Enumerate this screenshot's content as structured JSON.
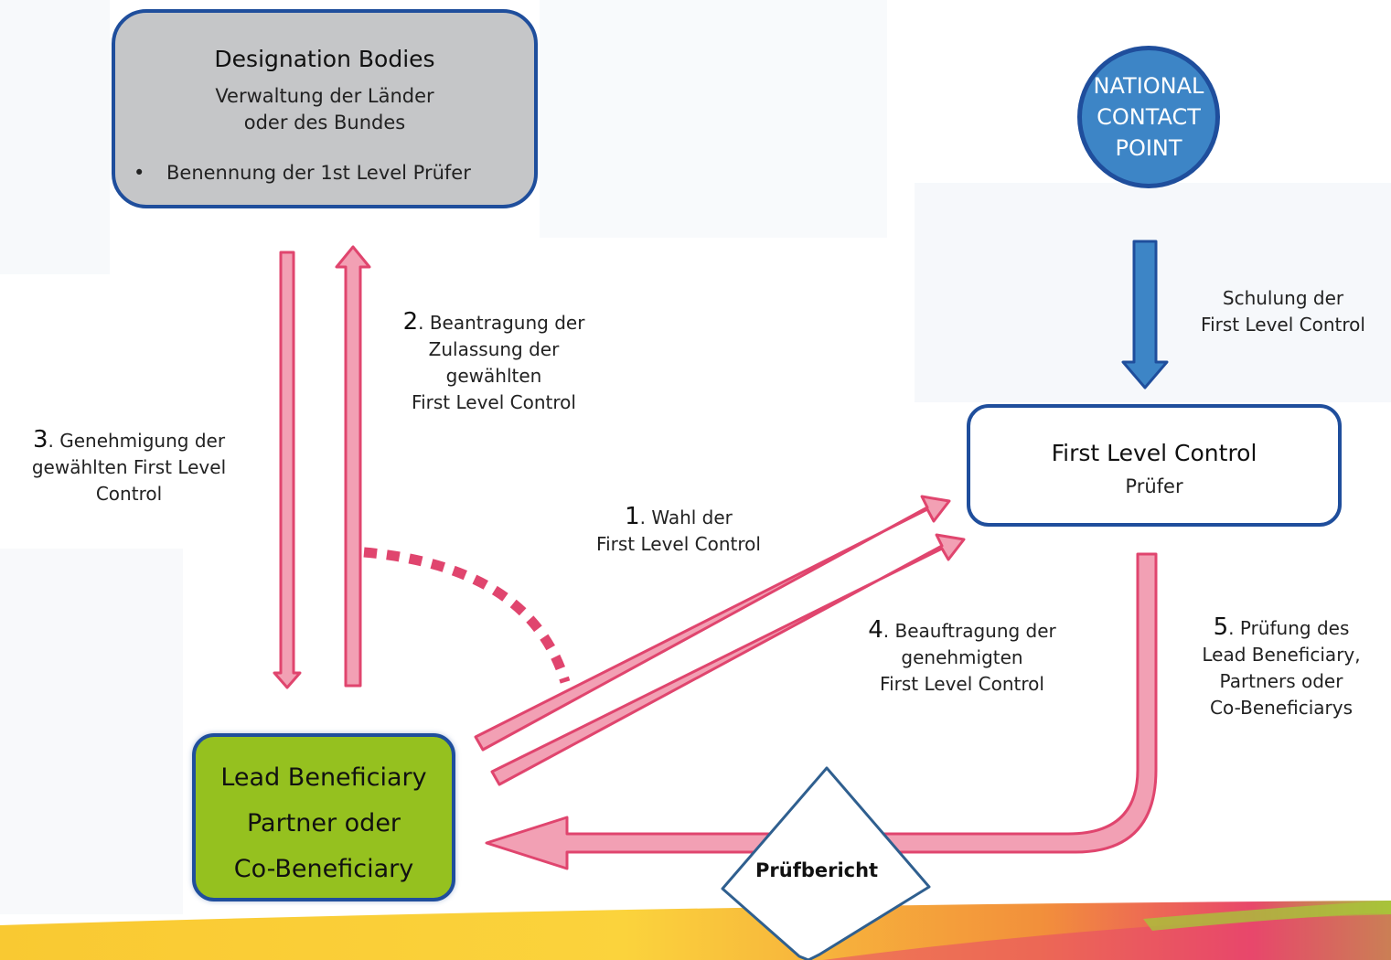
{
  "designation": {
    "title": "Designation Bodies",
    "line1": "Verwaltung der Länder",
    "line2": "oder des Bundes",
    "bullet": "Benennung der 1st Level Prüfer"
  },
  "ncp": {
    "line1": "NATIONAL",
    "line2": "CONTACT",
    "line3": "POINT"
  },
  "flc": {
    "title": "First Level Control",
    "subtitle": "Prüfer"
  },
  "lead": {
    "line1": "Lead Beneficiary",
    "line2": "Partner oder",
    "line3": "Co-Beneficiary"
  },
  "steps": {
    "s1": {
      "num": "1",
      "line1": ". Wahl der",
      "line2": "First Level Control"
    },
    "s2": {
      "num": "2",
      "line1": ". Beantragung der",
      "line2": "Zulassung der",
      "line3": "gewählten",
      "line4": "First Level Control"
    },
    "s3": {
      "num": "3",
      "line1": ". Genehmigung der",
      "line2": "gewählten First Level",
      "line3": "Control"
    },
    "s4": {
      "num": "4",
      "line1": ". Beauftragung der",
      "line2": "genehmigten",
      "line3": "First Level Control"
    },
    "s5": {
      "num": "5",
      "line1": ". Prüfung des",
      "line2": "Lead Beneficiary,",
      "line3": "Partners oder",
      "line4": "Co-Beneficiarys"
    }
  },
  "training": {
    "line1": "Schulung der",
    "line2": "First Level Control"
  },
  "report": {
    "label": "Prüfbericht"
  },
  "colors": {
    "arrow_fill": "#f2a0b4",
    "arrow_stroke": "#e0456e",
    "box_border": "#1f4e9c",
    "designation_fill": "#c5c6c8",
    "lead_fill": "#95c11f",
    "ncp_fill": "#3d85c6"
  }
}
